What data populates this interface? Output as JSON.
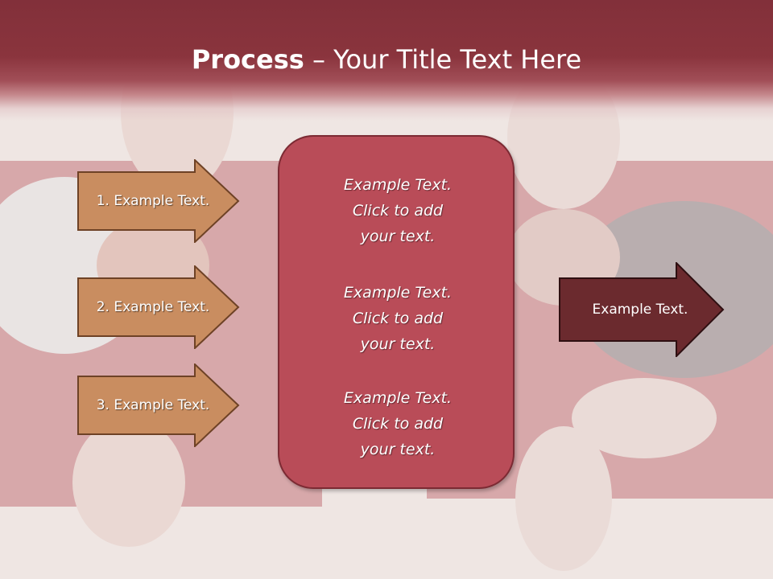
{
  "slide": {
    "title_bold": "Process",
    "title_rest": " – Your Title Text Here"
  },
  "steps": [
    {
      "label": "1. Example Text."
    },
    {
      "label": "2. Example Text."
    },
    {
      "label": "3. Example Text."
    }
  ],
  "center_blocks": [
    {
      "line1": "Example Text.",
      "line2": "Click  to add",
      "line3": "your text."
    },
    {
      "line1": "Example Text.",
      "line2": "Click  to add",
      "line3": "your text."
    },
    {
      "line1": "Example Text.",
      "line2": "Click  to add",
      "line3": "your text."
    }
  ],
  "output": {
    "label": "Example Text."
  },
  "colors": {
    "title_band": "#8a343d",
    "step_arrow_fill": "#c98d60",
    "center_box_fill": "#b94c58",
    "output_arrow_fill": "#6b2a2e"
  }
}
